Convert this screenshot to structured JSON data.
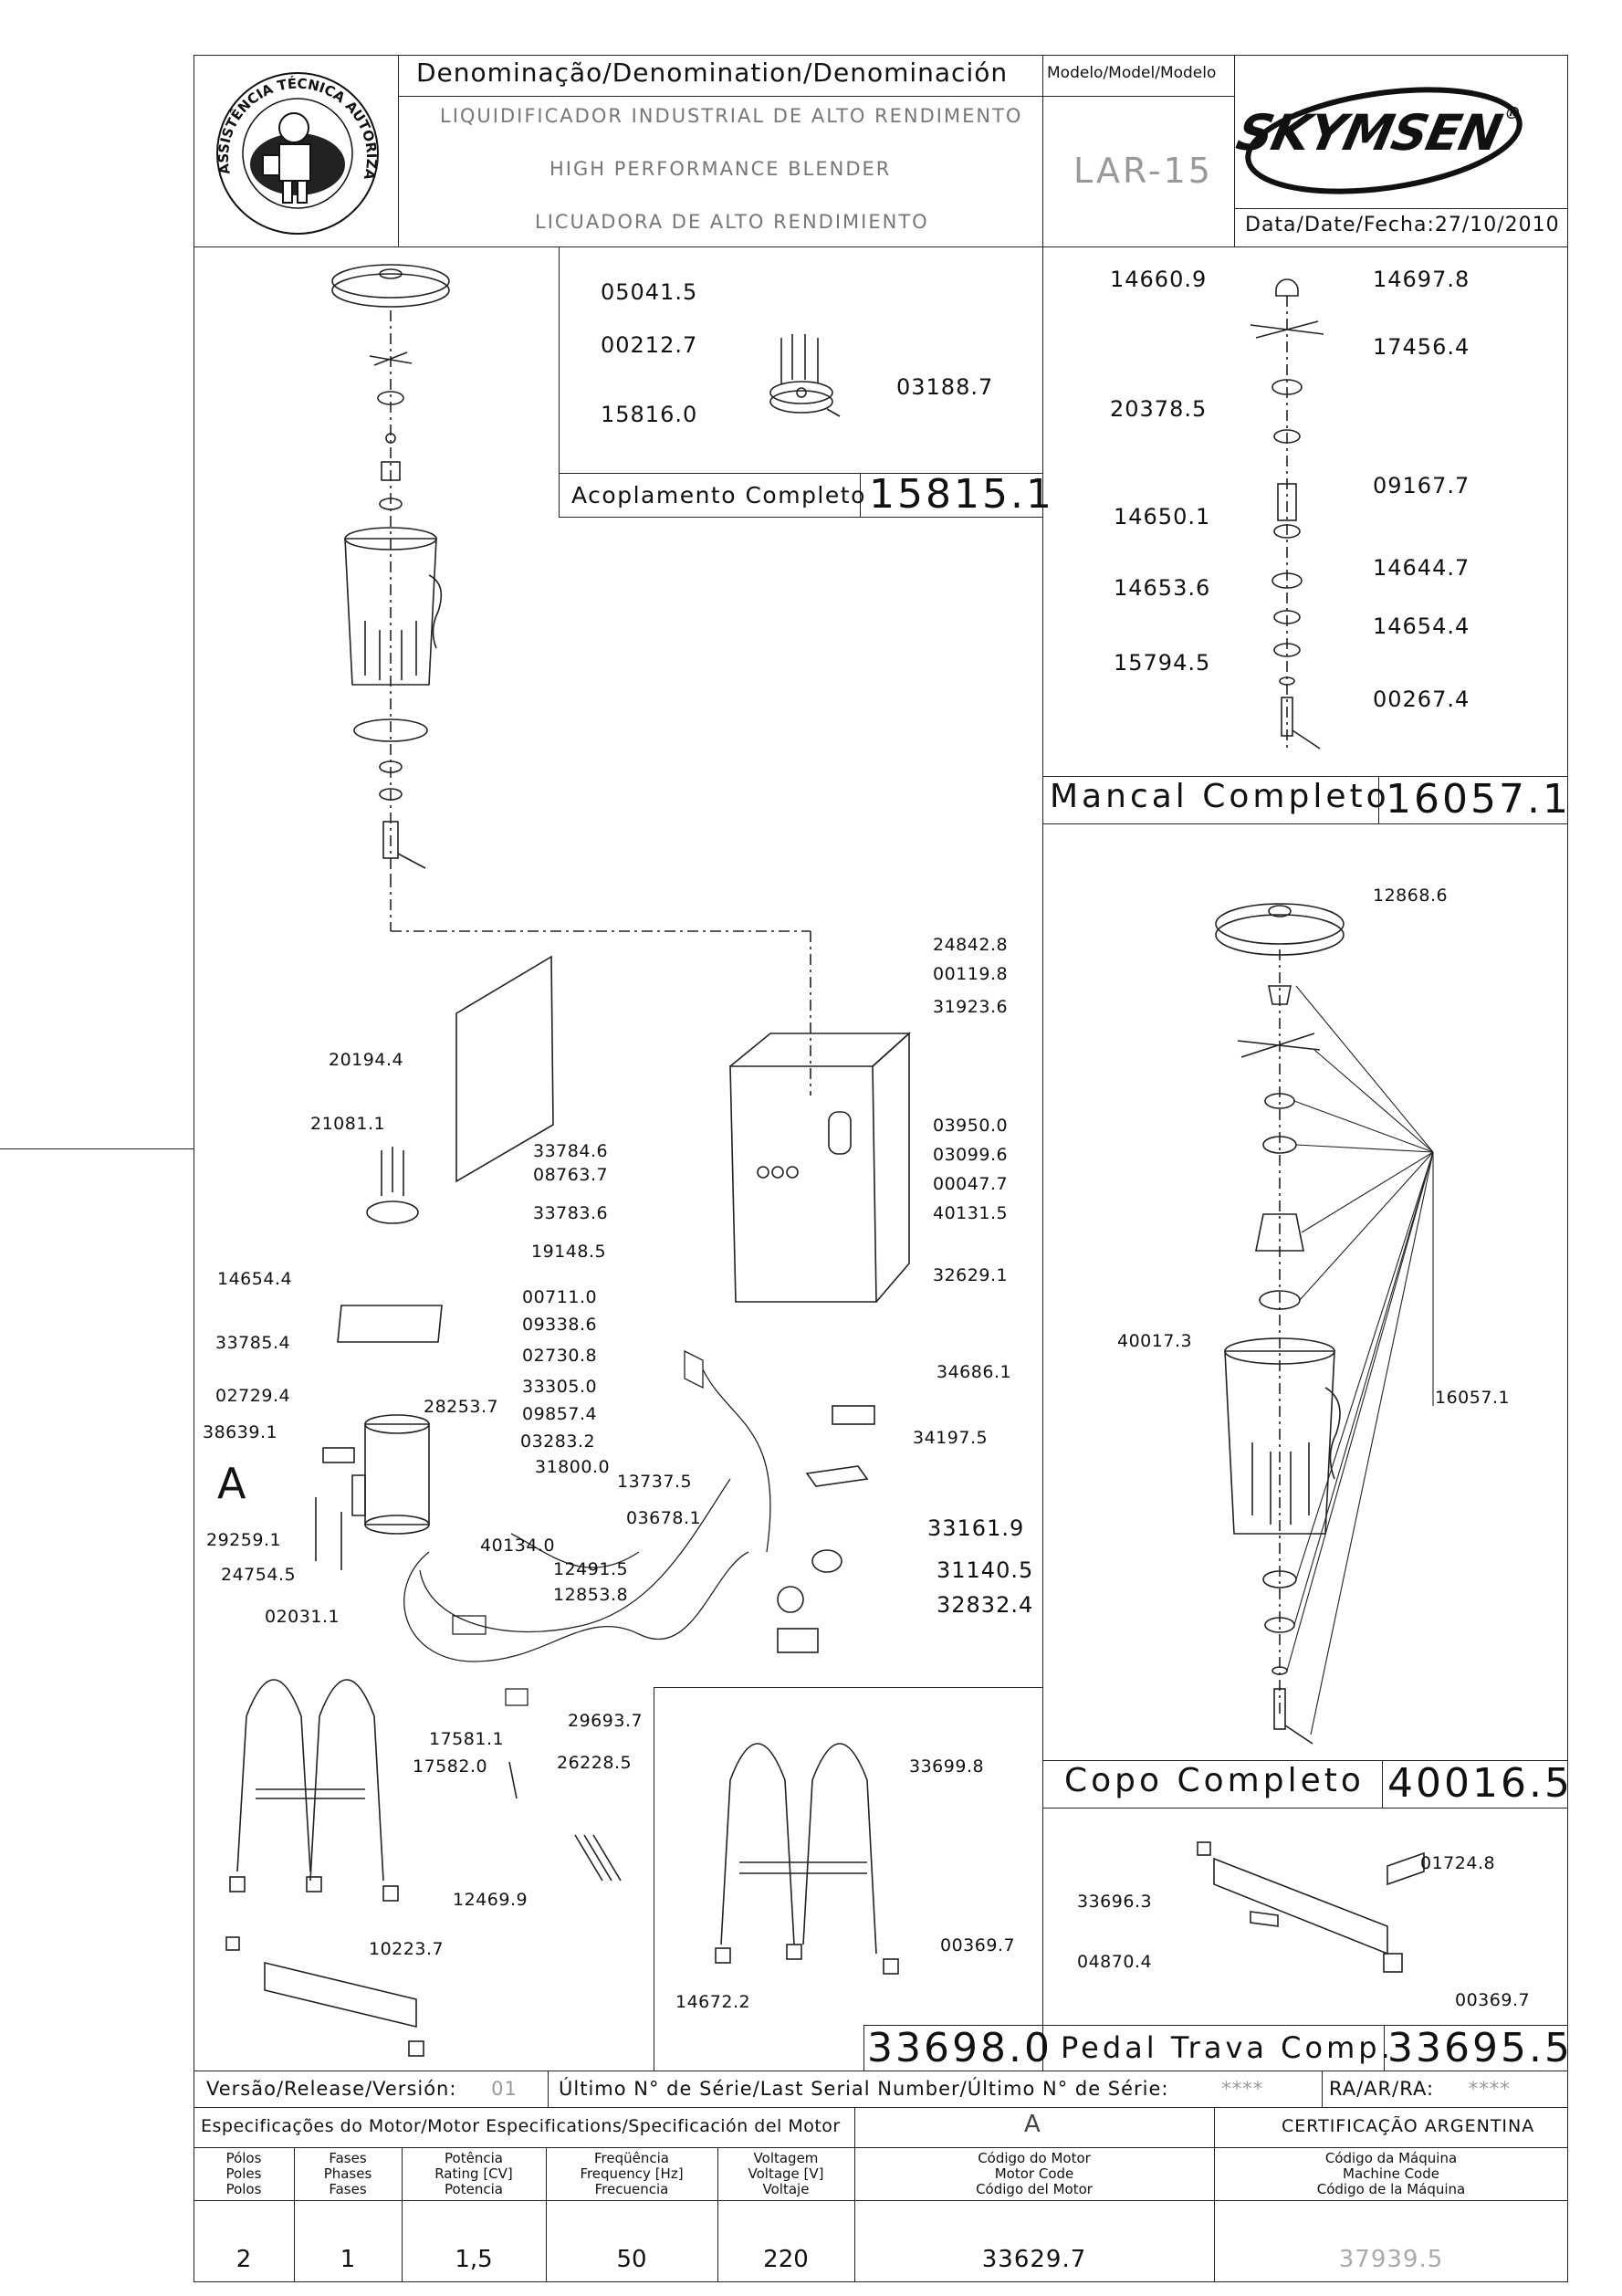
{
  "header": {
    "denomination_title": "Denominação/Denomination/Denominación",
    "name_pt": "LIQUIDIFICADOR INDUSTRIAL DE ALTO RENDIMENTO",
    "name_en": "HIGH PERFORMANCE BLENDER",
    "name_es": "LICUADORA DE ALTO RENDIMIENTO",
    "model_title": "Modelo/Model/Modelo",
    "model_value": "LAR-15",
    "brand": "SKYMSEN",
    "brand_mark": "®",
    "date_label": "Data/Date/Fecha:",
    "date_value": "27/10/2010",
    "stamp_text": "ASSISTÊNCIA TÉCNICA AUTORIZADA"
  },
  "assemblies": {
    "coupling_title": "Acoplamento Completo",
    "coupling_code": "15815.1",
    "bearing_title": "Mancal Completo",
    "bearing_code": "16057.1",
    "cup_title": "Copo Completo",
    "cup_code": "40016.5",
    "pedal_title": "Pedal Trava Comp.",
    "pedal_code": "33695.5",
    "stand_code": "33698.0"
  },
  "parts": {
    "p05041_5": "05041.5",
    "p00212_7": "00212.7",
    "p15816_0": "15816.0",
    "p03188_7": "03188.7",
    "p14660_9": "14660.9",
    "p14697_8": "14697.8",
    "p17456_4": "17456.4",
    "p20378_5": "20378.5",
    "p09167_7": "09167.7",
    "p14650_1": "14650.1",
    "p14644_7": "14644.7",
    "p14653_6": "14653.6",
    "p14654_4a": "14654.4",
    "p15794_5": "15794.5",
    "p00267_4": "00267.4",
    "p12868_6": "12868.6",
    "p16057_1": "16057.1",
    "p40017_3": "40017.3",
    "p24842_8": "24842.8",
    "p00119_8": "00119.8",
    "p31923_6": "31923.6",
    "p20194_4": "20194.4",
    "p21081_1": "21081.1",
    "p33784_6": "33784.6",
    "p08763_7": "08763.7",
    "p33783_6": "33783.6",
    "p19148_5": "19148.5",
    "p03950_0": "03950.0",
    "p03099_6": "03099.6",
    "p00047_7": "00047.7",
    "p40131_5": "40131.5",
    "p14654_4b": "14654.4",
    "p00711_0": "00711.0",
    "p09338_6": "09338.6",
    "p02730_8": "02730.8",
    "p33785_4": "33785.4",
    "p02729_4": "02729.4",
    "p32629_1": "32629.1",
    "p34686_1": "34686.1",
    "p33305_0": "33305.0",
    "p09857_4": "09857.4",
    "p28253_7": "28253.7",
    "p03283_2": "03283.2",
    "p31800_0": "31800.0",
    "p38639_1": "38639.1",
    "p13737_5": "13737.5",
    "p34197_5": "34197.5",
    "p03678_1": "03678.1",
    "p29259_1": "29259.1",
    "p24754_5": "24754.5",
    "p40134_0": "40134.0",
    "p33161_9": "33161.9",
    "p12491_5": "12491.5",
    "p12853_8": "12853.8",
    "p31140_5": "31140.5",
    "p32832_4": "32832.4",
    "p02031_1": "02031.1",
    "p29693_7": "29693.7",
    "p17581_1": "17581.1",
    "p26228_5": "26228.5",
    "p17582_0": "17582.0",
    "p33699_8": "33699.8",
    "p12469_9": "12469.9",
    "p10223_7": "10223.7",
    "p00369_7a": "00369.7",
    "p14672_2": "14672.2",
    "p01724_8": "01724.8",
    "p33696_3": "33696.3",
    "p04870_4": "04870.4",
    "p00369_7b": "00369.7",
    "motor_callout": "A"
  },
  "release": {
    "version_label": "Versão/Release/Versión:",
    "version_value": "01",
    "serial_label": "Último N° de Série/Last Serial Number/Último N° de Série:",
    "serial_value": "****",
    "ra_label": "RA/AR/RA:",
    "ra_value": "****"
  },
  "motor_spec": {
    "title": "Especificações do Motor/Motor Especifications/Specificación del Motor",
    "motor_letter": "A",
    "cert_title": "CERTIFICAÇÃO ARGENTINA",
    "col_poles": "Pólos\nPoles\nPolos",
    "col_phases": "Fases\nPhases\nFases",
    "col_power": "Potência\nRating [CV]\nPotencia",
    "col_freq": "Freqüência\nFrequency [Hz]\nFrecuencia",
    "col_voltage": "Voltagem\nVoltage [V]\nVoltaje",
    "col_motor_code": "Código do Motor\nMotor Code\nCódigo del Motor",
    "col_machine_code": "Código da Máquina\nMachine Code\nCódigo de la Máquina",
    "val_poles": "2",
    "val_phases": "1",
    "val_power": "1,5",
    "val_freq": "50",
    "val_voltage": "220",
    "val_motor_code": "33629.7",
    "val_machine_code": "37939.5"
  },
  "colors": {
    "line": "#222222",
    "muted": "#777777",
    "light": "#999999"
  }
}
